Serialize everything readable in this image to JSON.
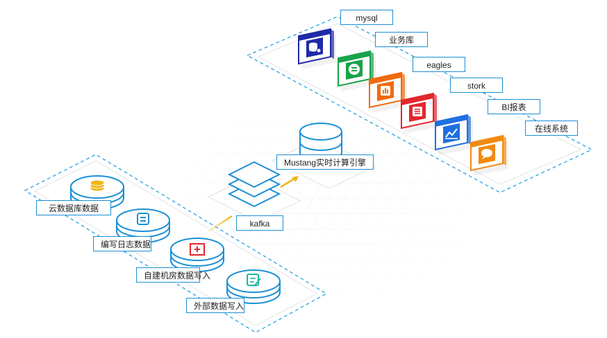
{
  "colors": {
    "accent_blue": "#1b8fd6",
    "dashed_border": "#1f9bdc",
    "arrow_yellow": "#f2b517",
    "grid": "#e8ebf0"
  },
  "targets": [
    {
      "label": "mysql",
      "color": "#1f2aa8",
      "icon": "database-stack-icon"
    },
    {
      "label": "业务库",
      "color": "#19a34a",
      "icon": "grid-db-icon"
    },
    {
      "label": "eagles",
      "color": "#f06a0f",
      "icon": "bar-chart-icon"
    },
    {
      "label": "stork",
      "color": "#e3262c",
      "icon": "list-icon"
    },
    {
      "label": "BI报表",
      "color": "#1f6fe0",
      "icon": "line-chart-icon"
    },
    {
      "label": "在线系统",
      "color": "#f28a0f",
      "icon": "chat-bubble-icon"
    }
  ],
  "sources": [
    {
      "label": "云数据库数据",
      "icon": "coin-stack-icon",
      "icon_color": "#f2b517"
    },
    {
      "label": "编写日志数据",
      "icon": "document-icon",
      "icon_color": "#1b8fd6"
    },
    {
      "label": "自建机房数据写入",
      "icon": "medical-box-icon",
      "icon_color": "#e3262c"
    },
    {
      "label": "外部数据写入",
      "icon": "edit-form-icon",
      "icon_color": "#19b89a"
    }
  ],
  "middle": {
    "kafka_label": "kafka",
    "engine_label": "Mustang实时计算引擎"
  }
}
